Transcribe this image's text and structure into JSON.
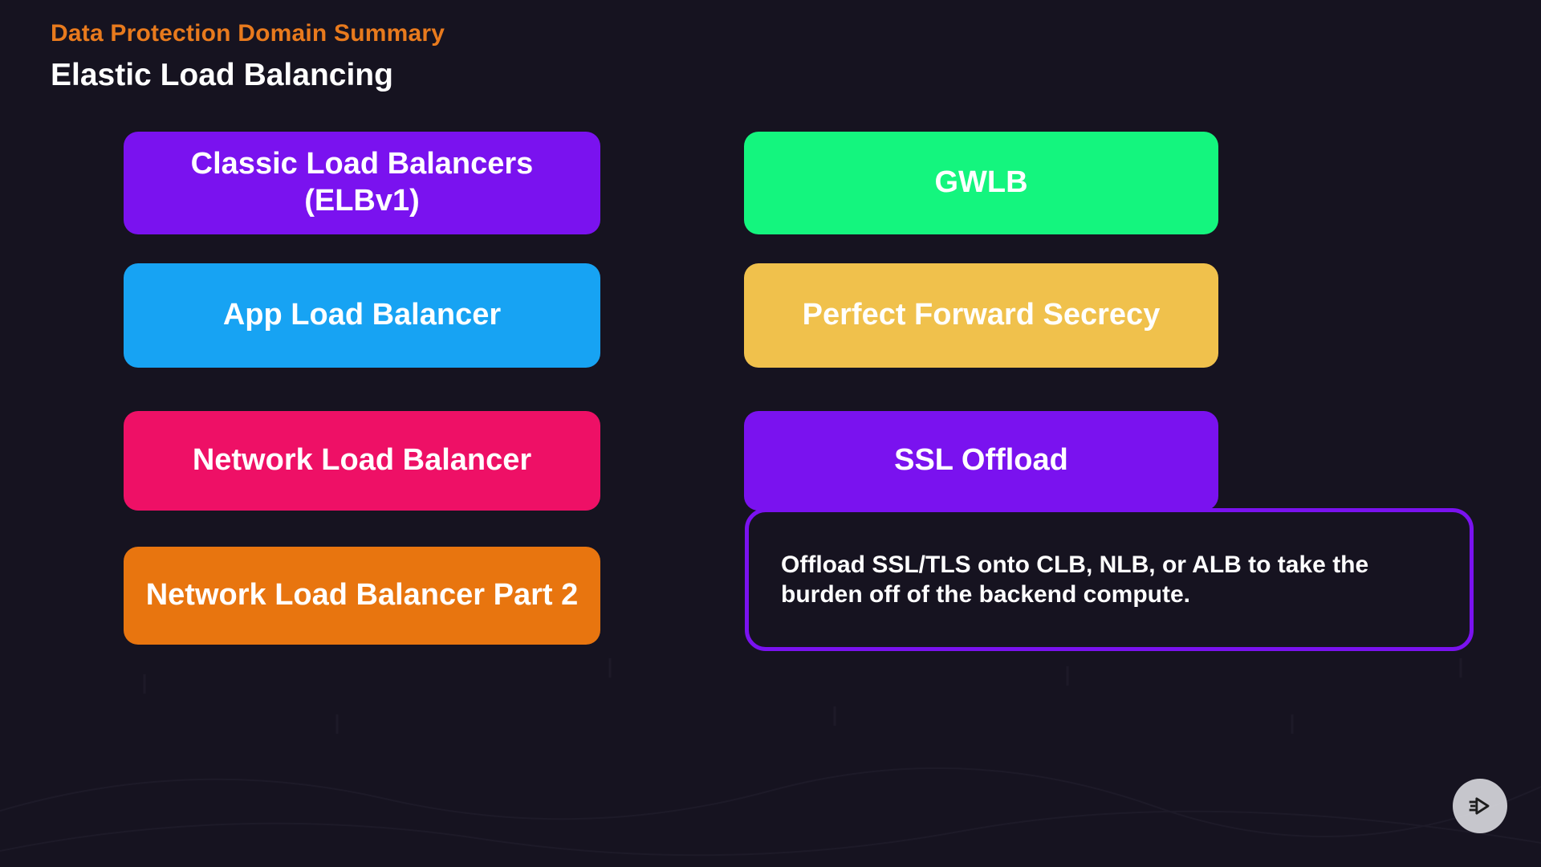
{
  "header": {
    "eyebrow": "Data Protection Domain Summary",
    "title": "Elastic Load Balancing"
  },
  "left_buttons": [
    {
      "label": "Classic Load Balancers (ELBv1)",
      "color": "#7a12ef"
    },
    {
      "label": "App Load Balancer",
      "color": "#17a3f3"
    },
    {
      "label": "Network Load Balancer",
      "color": "#ee1066"
    },
    {
      "label": "Network Load Balancer Part 2",
      "color": "#e8750f"
    }
  ],
  "right_buttons": [
    {
      "label": "GWLB",
      "color": "#14f57e"
    },
    {
      "label": "Perfect Forward Secrecy",
      "color": "#f0c14c"
    },
    {
      "label": "SSL Offload",
      "color": "#7a12ef"
    }
  ],
  "callout": {
    "text": "Offload SSL/TLS onto CLB, NLB, or ALB to take the burden off of the backend compute.",
    "border_color": "#7a12ef"
  },
  "colors": {
    "background": "#161320",
    "eyebrow": "#e87a1d",
    "title": "#ffffff"
  },
  "play_badge": {
    "icon": "play-forward-icon"
  }
}
